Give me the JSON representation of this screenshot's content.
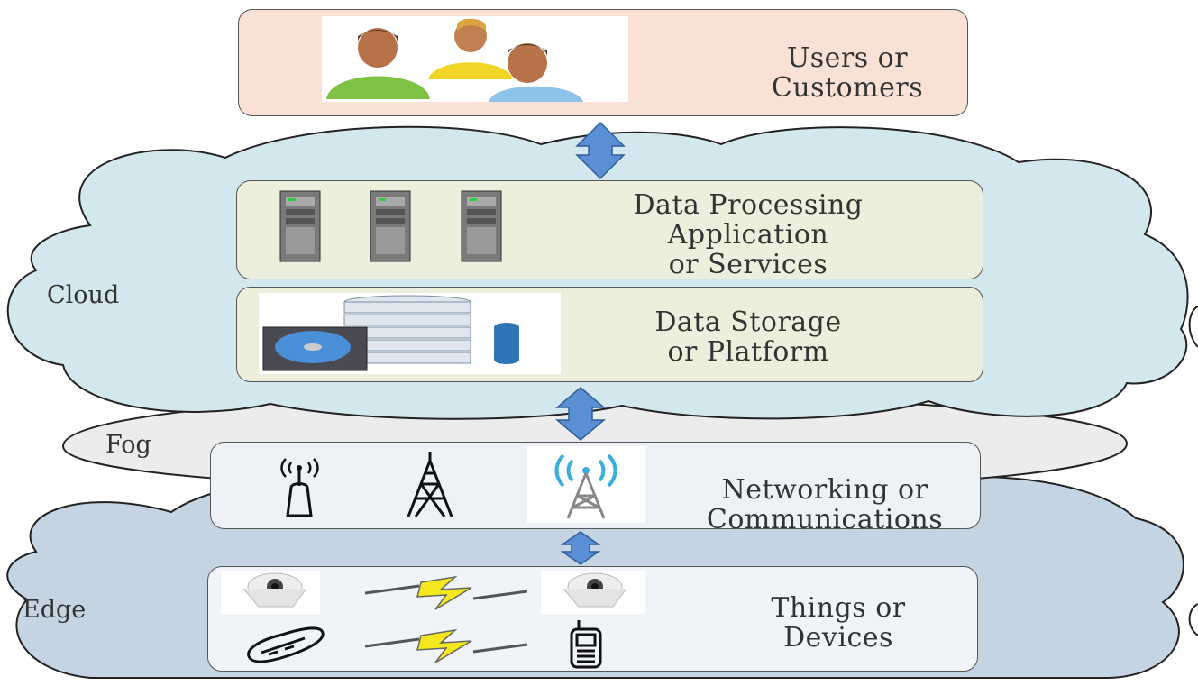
{
  "layers": {
    "users": {
      "line1": "Users or",
      "line2": "Customers"
    },
    "processing": {
      "line1": "Data Processing",
      "line2": "Application",
      "line3": "or Services"
    },
    "storage": {
      "line1": "Data Storage",
      "line2": "or Platform"
    },
    "networking": {
      "line1": "Networking or",
      "line2": "Communications"
    },
    "things": {
      "line1": "Things or",
      "line2": "Devices"
    }
  },
  "tiers": {
    "cloud": "Cloud",
    "fog": "Fog",
    "edge": "Edge"
  },
  "colors": {
    "users_box": "#f9e1d6",
    "cloud_fill": "#d3e7ee",
    "inner_box": "#ecefdc",
    "fog_fill": "#ececec",
    "network_box": "#eef2f6",
    "edge_fill": "#c4d4e3",
    "things_box": "#f0f3f7",
    "arrow": "#5b8fd3"
  },
  "icons": [
    "users-group-icon",
    "server-icon",
    "database-icon",
    "antenna-icon",
    "tower-icon",
    "wireless-tower-icon",
    "camera-icon",
    "lightning-icon",
    "phone-icon",
    "walkie-talkie-icon"
  ]
}
